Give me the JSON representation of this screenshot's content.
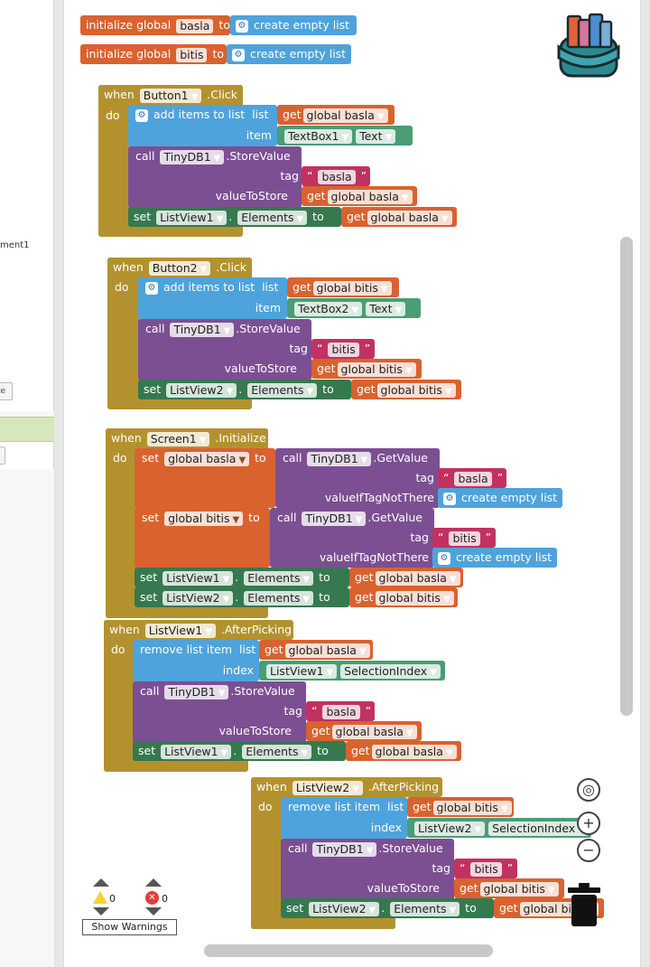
{
  "sidebar": {
    "fragment_label": "ment1",
    "button_label": "te"
  },
  "globals": [
    {
      "keyword": "initialize global",
      "name": "basla",
      "to": "to",
      "value": "create empty list"
    },
    {
      "keyword": "initialize global",
      "name": "bitis",
      "to": "to",
      "value": "create empty list"
    }
  ],
  "handlers": {
    "button1": {
      "when": "when",
      "component": "Button1",
      "event": ".Click",
      "do": "do",
      "add": "add items to list",
      "list": "list",
      "get": "get",
      "list_var": "global basla",
      "item": "item",
      "item_comp": "TextBox1",
      "item_prop": "Text",
      "call": "call",
      "db": "TinyDB1",
      "method": ".StoreValue",
      "tag": "tag",
      "tag_text": "basla",
      "valueToStore": "valueToStore",
      "store_var": "global basla",
      "set": "set",
      "lv": "ListView1",
      "prop": "Elements",
      "to": "to",
      "set_var": "global basla"
    },
    "button2": {
      "when": "when",
      "component": "Button2",
      "event": ".Click",
      "do": "do",
      "add": "add items to list",
      "list": "list",
      "get": "get",
      "list_var": "global bitis",
      "item": "item",
      "item_comp": "TextBox2",
      "item_prop": "Text",
      "call": "call",
      "db": "TinyDB1",
      "method": ".StoreValue",
      "tag": "tag",
      "tag_text": "bitis",
      "valueToStore": "valueToStore",
      "store_var": "global bitis",
      "set": "set",
      "lv": "ListView2",
      "prop": "Elements",
      "to": "to",
      "set_var": "global bitis"
    },
    "screen1": {
      "when": "when",
      "component": "Screen1",
      "event": ".Initialize",
      "do": "do",
      "set": "set",
      "var1": "global basla",
      "to": "to",
      "call": "call",
      "db": "TinyDB1",
      "method": ".GetValue",
      "tag": "tag",
      "tag1": "basla",
      "notthere": "valueIfTagNotThere",
      "empty": "create empty list",
      "var2": "global bitis",
      "tag2": "bitis",
      "lv1": "ListView1",
      "lv2": "ListView2",
      "prop": "Elements",
      "get": "get"
    },
    "lv1": {
      "when": "when",
      "component": "ListView1",
      "event": ".AfterPicking",
      "do": "do",
      "remove": "remove list item",
      "list": "list",
      "get": "get",
      "list_var": "global basla",
      "index": "index",
      "idx_comp": "ListView1",
      "idx_prop": "SelectionIndex",
      "call": "call",
      "db": "TinyDB1",
      "method": ".StoreValue",
      "tag": "tag",
      "tag_text": "basla",
      "valueToStore": "valueToStore",
      "store_var": "global basla",
      "set": "set",
      "lv": "ListView1",
      "prop": "Elements",
      "to": "to",
      "set_var": "global basla"
    },
    "lv2": {
      "when": "when",
      "component": "ListView2",
      "event": ".AfterPicking",
      "do": "do",
      "remove": "remove list item",
      "list": "list",
      "get": "get",
      "list_var": "global bitis",
      "index": "index",
      "idx_comp": "ListView2",
      "idx_prop": "SelectionIndex",
      "call": "call",
      "db": "TinyDB1",
      "method": ".StoreValue",
      "tag": "tag",
      "tag_text": "bitis",
      "valueToStore": "valueToStore",
      "store_var": "global bitis",
      "set": "set",
      "lv": "ListView2",
      "prop": "Elements",
      "to": "to",
      "set_var": "global bitis"
    }
  },
  "warnings": {
    "warning_count": "0",
    "error_count": "0",
    "show_label": "Show Warnings"
  },
  "icons": {
    "gear": "⚙",
    "dropdown": "▼",
    "target": "◎",
    "plus": "+",
    "minus": "−"
  },
  "colors": {
    "variable_orange": "#d9622f",
    "list_blue": "#4ea3dc",
    "component_purple": "#7c4f93",
    "setter_green": "#36794f",
    "text_red": "#c13260",
    "event_gold": "#b3922e",
    "getter_teal": "#4a9d74"
  }
}
